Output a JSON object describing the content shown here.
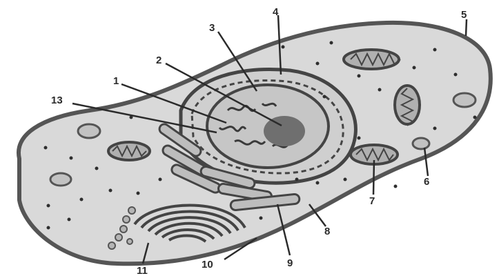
{
  "diagram": {
    "labels": [
      {
        "id": "1",
        "text": "1"
      },
      {
        "id": "2",
        "text": "2"
      },
      {
        "id": "3",
        "text": "3"
      },
      {
        "id": "4",
        "text": "4"
      },
      {
        "id": "5",
        "text": "5"
      },
      {
        "id": "6",
        "text": "6"
      },
      {
        "id": "7",
        "text": "7"
      },
      {
        "id": "8",
        "text": "8"
      },
      {
        "id": "9",
        "text": "9"
      },
      {
        "id": "10",
        "text": "10"
      },
      {
        "id": "11",
        "text": "11"
      },
      {
        "id": "13",
        "text": "13"
      }
    ],
    "colors": {
      "membrane": "#555555",
      "cytoplasm": "#d9d9d9",
      "organelle_fill": "#bdbdbd",
      "dark": "#3a3a3a",
      "nucleolus": "#6f6f6f"
    }
  }
}
